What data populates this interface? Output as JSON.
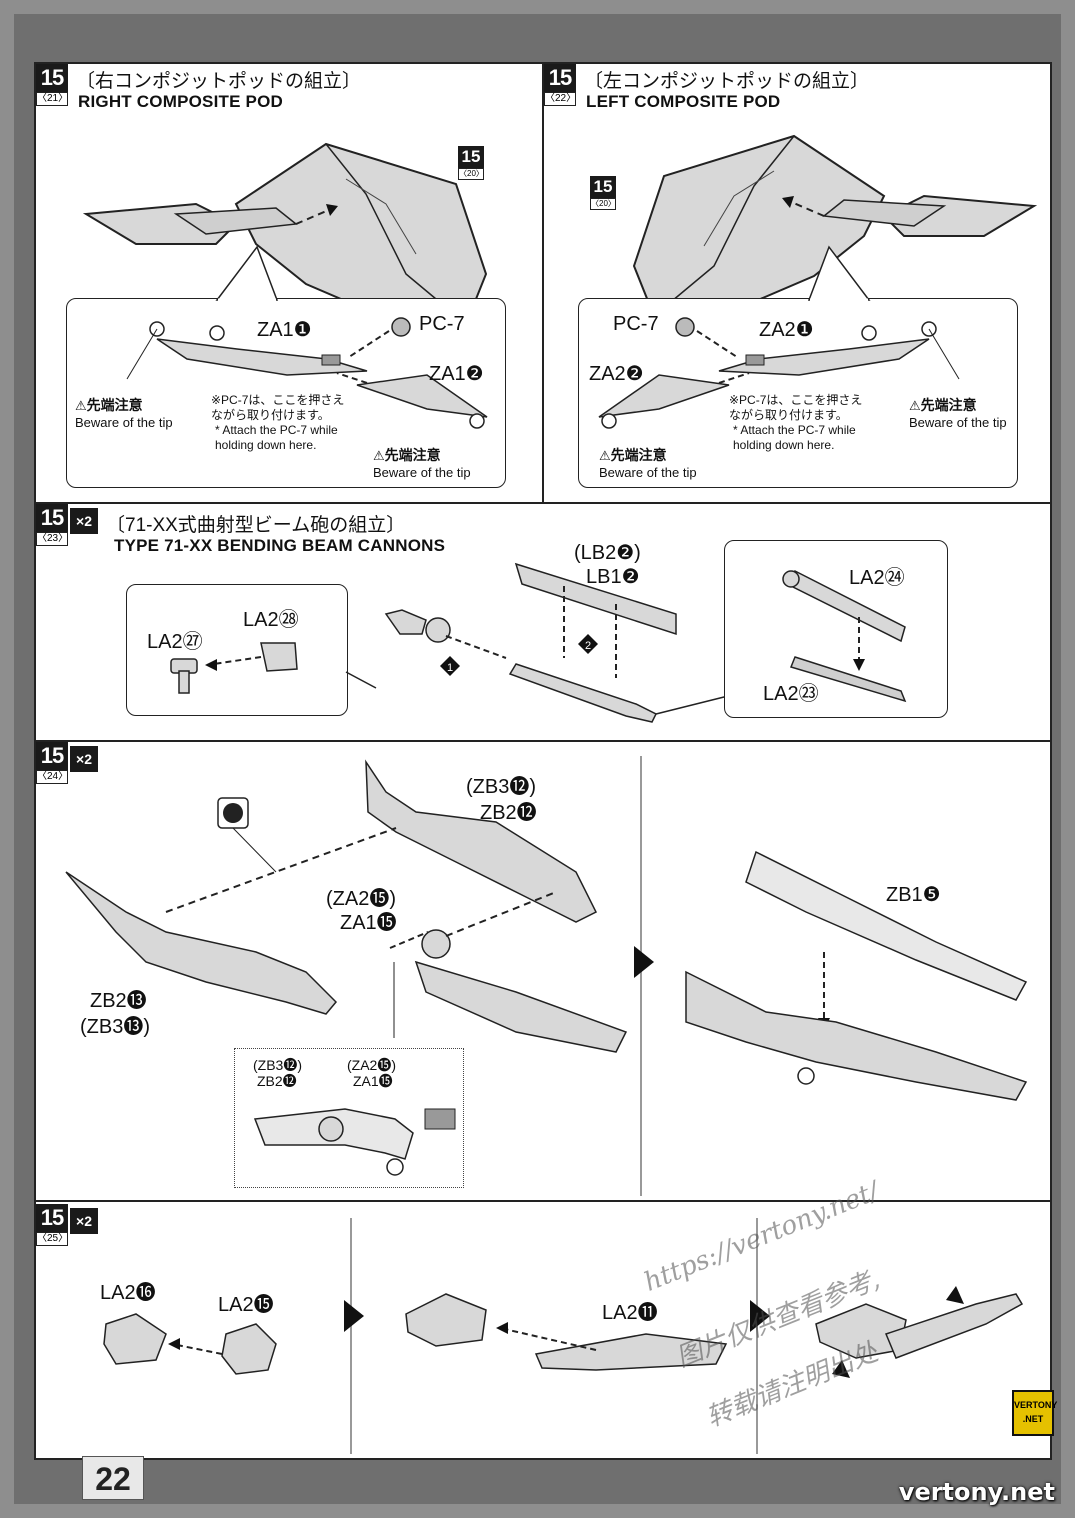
{
  "page_number": "22",
  "watermark": {
    "url": "https://vertony.net/",
    "line1": "图片仅供查看参考,",
    "line2": "转载请注明出处",
    "site": "vertony.net",
    "badge": "VERTONY .NET"
  },
  "sections": [
    {
      "step": "15",
      "sub": "〈21〉",
      "title_jp": "〔右コンポジットポッドの組立〕",
      "title_en": "RIGHT COMPOSITE POD",
      "ref": {
        "step": "15",
        "sub": "〈20〉"
      },
      "labels": {
        "za1_1": "ZA1❶",
        "pc7": "PC-7",
        "za1_2": "ZA1❷"
      },
      "note_jp": "※PC-7は、ここを押さえ\nながら取り付けます。",
      "note_en": "* Attach the PC-7 while\nholding down here.",
      "warn_jp": "先端注意",
      "warn_en": "Beware of the tip"
    },
    {
      "step": "15",
      "sub": "〈22〉",
      "title_jp": "〔左コンポジットポッドの組立〕",
      "title_en": "LEFT COMPOSITE POD",
      "ref": {
        "step": "15",
        "sub": "〈20〉"
      },
      "labels": {
        "pc7": "PC-7",
        "za2_1": "ZA2❶",
        "za2_2": "ZA2❷"
      },
      "note_jp": "※PC-7は、ここを押さえ\nながら取り付けます。",
      "note_en": "* Attach the PC-7 while\nholding down here.",
      "warn_jp": "先端注意",
      "warn_en": "Beware of the tip"
    },
    {
      "step": "15",
      "sub": "〈23〉",
      "times": "×2",
      "title_jp": "〔71-XX式曲射型ビーム砲の組立〕",
      "title_en": "TYPE 71-XX BENDING BEAM CANNONS",
      "labels": {
        "la2_27": "LA2㉗",
        "la2_28": "LA2㉘",
        "lb2_2": "(LB2❷)",
        "lb1_2": "LB1❷",
        "la2_24": "LA2㉔",
        "la2_23": "LA2㉓",
        "seq1": "1",
        "seq2": "2"
      }
    },
    {
      "step": "15",
      "sub": "〈24〉",
      "times": "×2",
      "labels": {
        "zb3_12": "(ZB3⓬)",
        "zb2_12": "ZB2⓬",
        "za2_15": "(ZA2⓯)",
        "za1_15": "ZA1⓯",
        "zb2_13": "ZB2⓭",
        "zb3_13": "(ZB3⓭)",
        "zb1_5": "ZB1❺"
      }
    },
    {
      "step": "15",
      "sub": "〈25〉",
      "times": "×2",
      "labels": {
        "la2_16": "LA2⓰",
        "la2_15": "LA2⓯",
        "la2_11": "LA2⓫"
      }
    }
  ]
}
